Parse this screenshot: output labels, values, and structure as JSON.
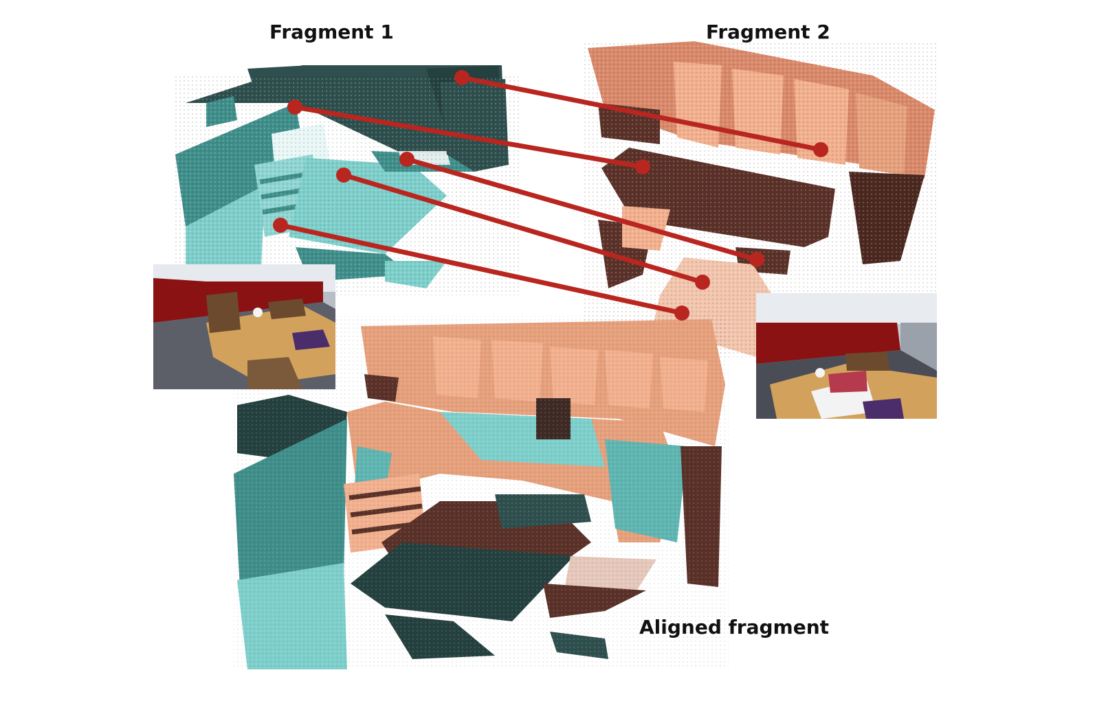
{
  "labels": {
    "fragment1": "Fragment 1",
    "fragment2": "Fragment 2",
    "aligned": "Aligned fragment"
  },
  "colors": {
    "fragment1_light": "#7ecfcb",
    "fragment1_mid": "#3f8e8a",
    "fragment1_dark": "#24403f",
    "fragment2_light": "#f2b08e",
    "fragment2_mid": "#d9896a",
    "fragment2_dark": "#5a3128",
    "correspondence": "#b8261f"
  },
  "correspondences": {
    "count": 5
  }
}
